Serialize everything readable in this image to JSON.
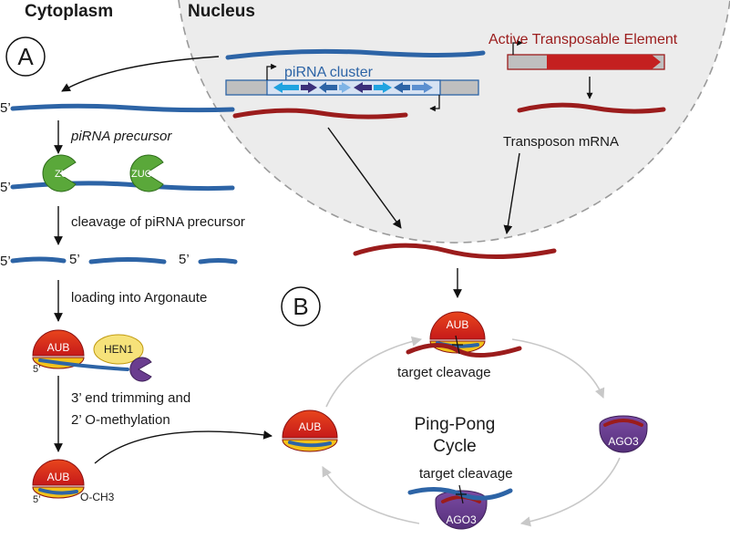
{
  "headers": {
    "cytoplasm": "Cytoplasm",
    "nucleus": "Nucleus"
  },
  "panels": {
    "a": "A",
    "b": "B"
  },
  "nucleus_labels": {
    "pirna_cluster": "piRNA cluster",
    "active_te": "Active Transposable Element",
    "transposon_mrna": "Transposon mRNA"
  },
  "pathway": {
    "five_prime": "5’",
    "precursor": "piRNA precursor",
    "zuc": "ZUC",
    "cleavage": "cleavage of piRNA precursor",
    "loading": "loading into Argonaute",
    "aub": "AUB",
    "hen1": "HEN1",
    "trimming_1": "3’ end trimming and",
    "trimming_2": "2’ O-methylation",
    "methyl": "O-CH3"
  },
  "pingpong": {
    "title_1": "Ping-Pong",
    "title_2": "Cycle",
    "target_cleavage": "target cleavage",
    "aub": "AUB",
    "ago3": "AGO3"
  },
  "colors": {
    "pirna_blue": "#2d64a6",
    "te_red": "#9b1c1c",
    "zuc_green": "#5aa83a",
    "aub_red": "#d9261c",
    "aub_yellow": "#f2c21b",
    "ago3_purple": "#6a3d8f",
    "hen1_yellow": "#f6e27a",
    "nucleus_fill": "#ececec",
    "cycle_arrow": "#c8c8c8"
  }
}
